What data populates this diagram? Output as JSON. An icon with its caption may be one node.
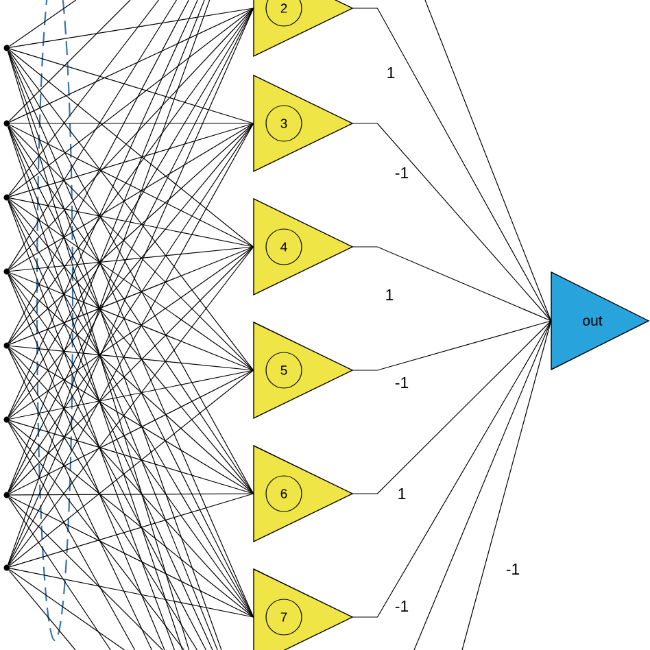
{
  "diagram": {
    "nodes": [
      {
        "text": [],
        "shape": "circle"
      },
      {
        "text": [],
        "shape": "circle"
      },
      {
        "text": [],
        "shape": "circle"
      },
      {
        "text": [],
        "shape": "circle"
      },
      {
        "text": [],
        "shape": "circle"
      },
      {
        "text": [],
        "shape": "circle"
      },
      {
        "text": [],
        "shape": "circle"
      },
      {
        "text": [],
        "shape": "circle"
      },
      {
        "text": [
          "2"
        ]
      },
      {
        "text": [
          "3"
        ]
      },
      {
        "text": [
          "4"
        ]
      },
      {
        "text": [
          "5"
        ]
      },
      {
        "text": [
          "6"
        ]
      },
      {
        "text": [
          "7"
        ]
      },
      {
        "text": [
          "out"
        ]
      }
    ],
    "edges": [
      {
        "from": 0,
        "to": 8,
        "arrow": "none"
      },
      {
        "from": 0,
        "to": 9,
        "arrow": "none"
      },
      {
        "from": 0,
        "to": 10,
        "arrow": "none"
      },
      {
        "from": 0,
        "to": 11,
        "arrow": "none"
      },
      {
        "from": 0,
        "to": 12,
        "arrow": "none"
      },
      {
        "from": 0,
        "to": 13,
        "arrow": "none"
      },
      {
        "from": 1,
        "to": 8,
        "arrow": "none"
      },
      {
        "from": 1,
        "to": 9,
        "arrow": "none"
      },
      {
        "from": 1,
        "to": 10,
        "arrow": "none"
      },
      {
        "from": 1,
        "to": 11,
        "arrow": "none"
      },
      {
        "from": 1,
        "to": 12,
        "arrow": "none"
      },
      {
        "from": 1,
        "to": 13,
        "arrow": "none"
      },
      {
        "from": 2,
        "to": 8,
        "arrow": "none"
      },
      {
        "from": 2,
        "to": 9,
        "arrow": "none"
      },
      {
        "from": 2,
        "to": 10,
        "arrow": "none"
      },
      {
        "from": 2,
        "to": 11,
        "arrow": "none"
      },
      {
        "from": 2,
        "to": 12,
        "arrow": "none"
      },
      {
        "from": 2,
        "to": 13,
        "arrow": "none"
      },
      {
        "from": 3,
        "to": 8,
        "arrow": "none"
      },
      {
        "from": 3,
        "to": 9,
        "arrow": "none"
      },
      {
        "from": 3,
        "to": 10,
        "arrow": "none"
      },
      {
        "from": 3,
        "to": 11,
        "arrow": "none"
      },
      {
        "from": 3,
        "to": 12,
        "arrow": "none"
      },
      {
        "from": 3,
        "to": 13,
        "arrow": "none"
      },
      {
        "from": 4,
        "to": 8,
        "arrow": "none"
      },
      {
        "from": 4,
        "to": 9,
        "arrow": "none"
      },
      {
        "from": 4,
        "to": 10,
        "arrow": "none"
      },
      {
        "from": 4,
        "to": 11,
        "arrow": "none"
      },
      {
        "from": 4,
        "to": 12,
        "arrow": "none"
      },
      {
        "from": 4,
        "to": 13,
        "arrow": "none"
      },
      {
        "from": 5,
        "to": 8,
        "arrow": "none"
      },
      {
        "from": 5,
        "to": 9,
        "arrow": "none"
      },
      {
        "from": 5,
        "to": 10,
        "arrow": "none"
      },
      {
        "from": 5,
        "to": 11,
        "arrow": "none"
      },
      {
        "from": 5,
        "to": 12,
        "arrow": "none"
      },
      {
        "from": 5,
        "to": 13,
        "arrow": "none"
      },
      {
        "from": 6,
        "to": 8,
        "arrow": "none"
      },
      {
        "from": 6,
        "to": 9,
        "arrow": "none"
      },
      {
        "from": 6,
        "to": 10,
        "arrow": "none"
      },
      {
        "from": 6,
        "to": 11,
        "arrow": "none"
      },
      {
        "from": 6,
        "to": 12,
        "arrow": "none"
      },
      {
        "from": 6,
        "to": 13,
        "arrow": "none"
      },
      {
        "from": 7,
        "to": 8,
        "arrow": "none"
      },
      {
        "from": 7,
        "to": 9,
        "arrow": "none"
      },
      {
        "from": 7,
        "to": 10,
        "arrow": "none"
      },
      {
        "from": 7,
        "to": 11,
        "arrow": "none"
      },
      {
        "from": 7,
        "to": 12,
        "arrow": "none"
      },
      {
        "from": 7,
        "to": 13,
        "arrow": "none"
      },
      {
        "from": 8,
        "to": 14,
        "arrow": "none",
        "label": "1"
      },
      {
        "from": 9,
        "to": 14,
        "arrow": "none",
        "label": "-1"
      },
      {
        "from": 10,
        "to": 14,
        "arrow": "none",
        "label": "1"
      },
      {
        "from": 11,
        "to": 14,
        "arrow": "none",
        "label": "-1"
      },
      {
        "from": 12,
        "to": 14,
        "arrow": "none",
        "label": "1"
      },
      {
        "from": 13,
        "to": 14,
        "arrow": "none",
        "label": "-1"
      },
      {
        "from": null,
        "to": 14,
        "arrow": "none"
      },
      {
        "from": null,
        "to": 14,
        "arrow": "none"
      },
      {
        "from": null,
        "to": 14,
        "arrow": "none",
        "label": "-1"
      },
      {
        "from": 0,
        "to": null,
        "arrow": "none"
      },
      {
        "from": 1,
        "to": null,
        "arrow": "none"
      },
      {
        "from": 2,
        "to": null,
        "arrow": "none"
      },
      {
        "from": 3,
        "to": null,
        "arrow": "none"
      },
      {
        "from": 4,
        "to": null,
        "arrow": "none"
      },
      {
        "from": 5,
        "to": null,
        "arrow": "none"
      },
      {
        "from": 6,
        "to": null,
        "arrow": "none"
      },
      {
        "from": 7,
        "to": null,
        "arrow": "none"
      },
      {
        "from": 0,
        "to": null,
        "arrow": "none"
      },
      {
        "from": 1,
        "to": null,
        "arrow": "none"
      },
      {
        "from": 2,
        "to": null,
        "arrow": "none"
      },
      {
        "from": 3,
        "to": null,
        "arrow": "none"
      },
      {
        "from": 4,
        "to": null,
        "arrow": "none"
      },
      {
        "from": 5,
        "to": null,
        "arrow": "none"
      },
      {
        "from": 6,
        "to": null,
        "arrow": "none"
      },
      {
        "from": 7,
        "to": null,
        "arrow": "none"
      },
      {
        "from": 0,
        "to": null,
        "arrow": "none"
      },
      {
        "from": 1,
        "to": null,
        "arrow": "none"
      },
      {
        "from": 2,
        "to": null,
        "arrow": "none"
      },
      {
        "from": 3,
        "to": null,
        "arrow": "none"
      },
      {
        "from": 4,
        "to": null,
        "arrow": "none"
      },
      {
        "from": 5,
        "to": null,
        "arrow": "none"
      },
      {
        "from": 6,
        "to": null,
        "arrow": "none"
      },
      {
        "from": 7,
        "to": null,
        "arrow": "none"
      }
    ]
  }
}
